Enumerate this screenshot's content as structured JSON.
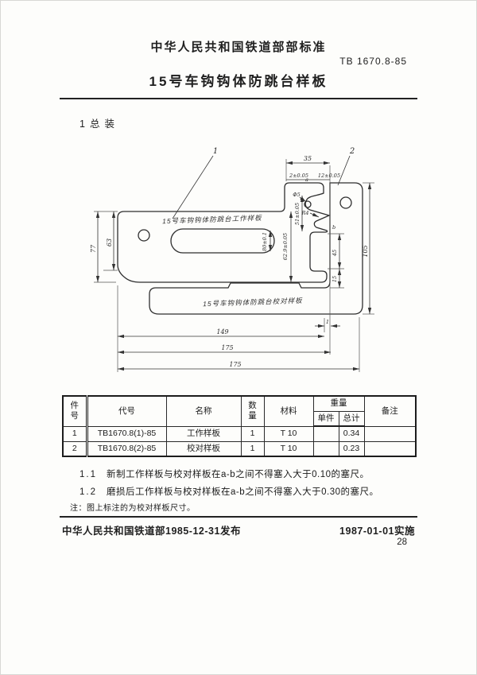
{
  "colors": {
    "ink": "#222222",
    "paper": "#fdfdfb"
  },
  "header": {
    "authority_line": "中华人民共和国铁道部部标准",
    "standard_number": "TB 1670.8-85",
    "title": "15号车钩钩体防跳台样板"
  },
  "section": {
    "number": "1",
    "heading": "总装"
  },
  "drawing": {
    "callouts": {
      "c1": "1",
      "c2": "2"
    },
    "part_labels": {
      "working": "15号车钩钩体防跳台工作样板",
      "check": "15号车钩钩体防跳台校对样板"
    },
    "points": {
      "a": "a",
      "b": "b"
    },
    "dims": {
      "d35": "35",
      "tol2": "2±0.05",
      "tol12": "12±0.05",
      "d77": "77",
      "d63": "63",
      "d80": "80±0.1",
      "d629": "62.9±0.05",
      "d51": "51±0.05",
      "phi5": "Φ5",
      "r4": "R4",
      "d105": "105",
      "d45": "45",
      "d15": "15",
      "d1": "1",
      "d149": "149",
      "d175a": "175",
      "d175b": "175"
    }
  },
  "table": {
    "headers": {
      "item_no": "件\n号",
      "code": "代号",
      "name": "名称",
      "qty": "数\n量",
      "material": "材料",
      "weight": "重量",
      "weight_unit": "单件",
      "weight_total": "总计",
      "remark": "备注"
    },
    "rows": [
      [
        "1",
        "TB1670.8(1)-85",
        "工作样板",
        "1",
        "T 10",
        "",
        "0.34",
        ""
      ],
      [
        "2",
        "TB1670.8(2)-85",
        "校对样板",
        "1",
        "T 10",
        "",
        "0.23",
        ""
      ]
    ]
  },
  "notes": [
    {
      "num": "1.1",
      "text": "新制工作样板与校对样板在a-b之间不得塞入大于0.10的塞尺。"
    },
    {
      "num": "1.2",
      "text": "磨损后工作样板与校对样板在a-b之间不得塞入大于0.30的塞尺。"
    }
  ],
  "remark_note": "注：图上标注的为校对样板尺寸。",
  "footer": {
    "issued": "中华人民共和国铁道部1985-12-31发布",
    "effective": "1987-01-01实施",
    "page_number": "28"
  }
}
